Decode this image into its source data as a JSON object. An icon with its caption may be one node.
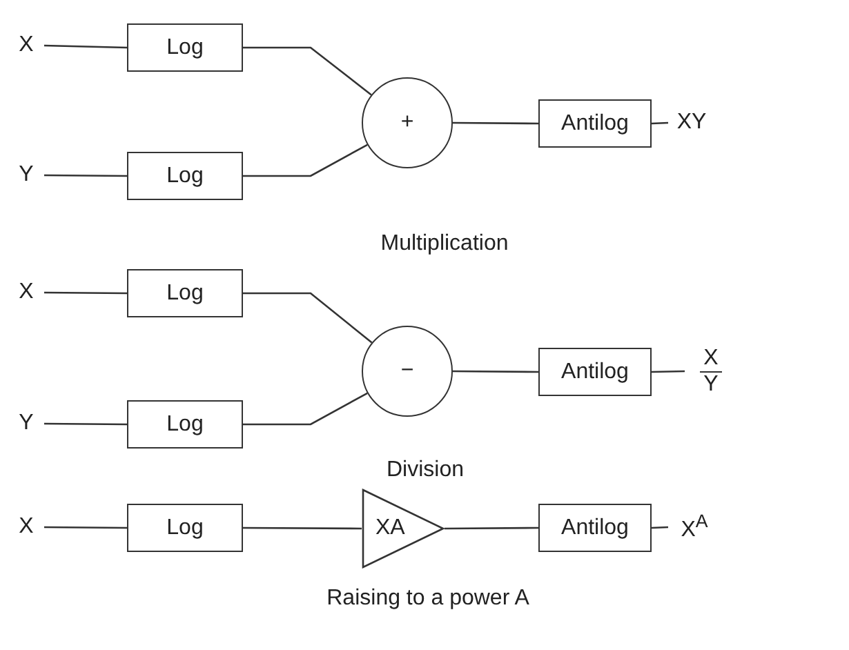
{
  "diagram": {
    "nodes": [
      {
        "text": [
          "X"
        ]
      },
      {
        "text": [
          "Log"
        ]
      },
      {
        "text": [
          "Y"
        ]
      },
      {
        "text": [
          "Log"
        ]
      },
      {
        "text": [
          "+"
        ]
      },
      {
        "text": [
          "Antilog"
        ]
      },
      {
        "text": [
          "XY"
        ]
      },
      {
        "text": [
          "X"
        ]
      },
      {
        "text": [
          "Log"
        ]
      },
      {
        "text": [
          "Y"
        ]
      },
      {
        "text": [
          "Log"
        ]
      },
      {
        "text": [
          "−"
        ]
      },
      {
        "text": [
          "Antilog"
        ]
      },
      {
        "text": [
          "X",
          "Y"
        ]
      },
      {
        "text": [
          "X"
        ]
      },
      {
        "text": [
          "Log"
        ]
      },
      {
        "text": [
          "XA"
        ]
      },
      {
        "text": [
          "Antilog"
        ]
      },
      {
        "text": [
          "X$^{A}$"
        ]
      }
    ],
    "edges": [
      {
        "from": 0,
        "to": 1,
        "arrow": "none"
      },
      {
        "from": 2,
        "to": 3,
        "arrow": "none"
      },
      {
        "from": 1,
        "to": 4,
        "arrow": "none"
      },
      {
        "from": 3,
        "to": 4,
        "arrow": "none"
      },
      {
        "from": 4,
        "to": 5,
        "arrow": "none"
      },
      {
        "from": 5,
        "to": 6,
        "arrow": "none"
      },
      {
        "from": 7,
        "to": 8,
        "arrow": "none"
      },
      {
        "from": 9,
        "to": 10,
        "arrow": "none"
      },
      {
        "from": 8,
        "to": 11,
        "arrow": "none"
      },
      {
        "from": 10,
        "to": 11,
        "arrow": "none"
      },
      {
        "from": 11,
        "to": 12,
        "arrow": "none"
      },
      {
        "from": 12,
        "to": 13,
        "arrow": "none"
      },
      {
        "from": 14,
        "to": 15,
        "arrow": "none"
      },
      {
        "from": 15,
        "to": 16,
        "arrow": "none"
      },
      {
        "from": 16,
        "to": 17,
        "arrow": "none"
      },
      {
        "from": 17,
        "to": 18,
        "arrow": "none"
      }
    ],
    "labels": [
      "Multiplication",
      "Division",
      "Raising to a power A"
    ]
  }
}
